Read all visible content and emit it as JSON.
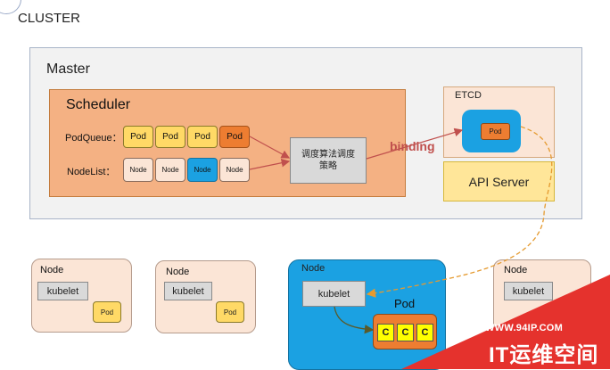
{
  "cluster": {
    "title": "CLUSTER"
  },
  "master": {
    "title": "Master",
    "scheduler": {
      "title": "Scheduler",
      "podqueue_label": "PodQueue：",
      "podqueue": [
        "Pod",
        "Pod",
        "Pod",
        "Pod"
      ],
      "nodelist_label": "NodeList：",
      "nodelist": [
        "Node",
        "Node",
        "Node",
        "Node"
      ],
      "algorithm": "调度算法调度策略"
    },
    "etcd": {
      "title": "ETCD",
      "pod": "Pod"
    },
    "api_server": "API Server",
    "binding": "binding"
  },
  "nodes": [
    {
      "label": "Node",
      "kubelet": "kubelet",
      "pod": "Pod"
    },
    {
      "label": "Node",
      "kubelet": "kubelet",
      "pod": "Pod"
    },
    {
      "label": "Node",
      "kubelet": "kubelet",
      "pod_label": "Pod",
      "containers": [
        "C",
        "C",
        "C"
      ]
    },
    {
      "label": "Node",
      "kubelet": "kubelet"
    }
  ],
  "watermark": {
    "url": "WWW.94IP.COM",
    "title": "IT运维空间"
  },
  "colors": {
    "master_bg": "#f2f2f2",
    "scheduler_bg": "#f4b183",
    "pod_yellow": "#ffd966",
    "pod_orange": "#ed7d31",
    "node_blue": "#1ba1e2",
    "node_peach": "#fbe5d6",
    "api_yellow": "#ffe699",
    "arrow_red": "#c0504d",
    "watermark_red": "#e5322d"
  }
}
